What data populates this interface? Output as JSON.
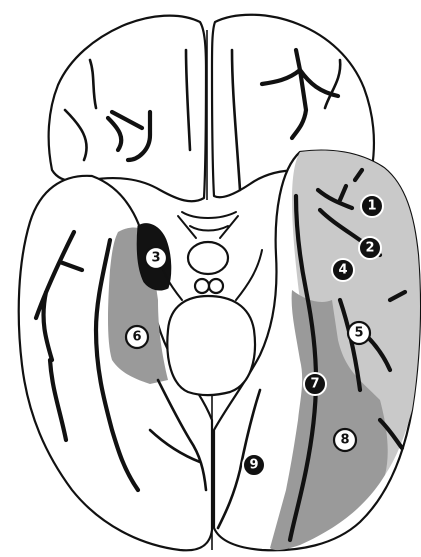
{
  "markers": [
    {
      "label": "1",
      "style": "dark"
    },
    {
      "label": "2",
      "style": "dark"
    },
    {
      "label": "3",
      "style": "light-on-black"
    },
    {
      "label": "4",
      "style": "dark"
    },
    {
      "label": "5",
      "style": "light"
    },
    {
      "label": "6",
      "style": "light"
    },
    {
      "label": "7",
      "style": "dark"
    },
    {
      "label": "8",
      "style": "light"
    },
    {
      "label": "9",
      "style": "dark"
    }
  ],
  "colors": {
    "outline": "#111111",
    "background": "#ffffff",
    "shaded_light": "#c9c9c9",
    "shaded_mid": "#9a9a9a",
    "shaded_black": "#121212"
  }
}
